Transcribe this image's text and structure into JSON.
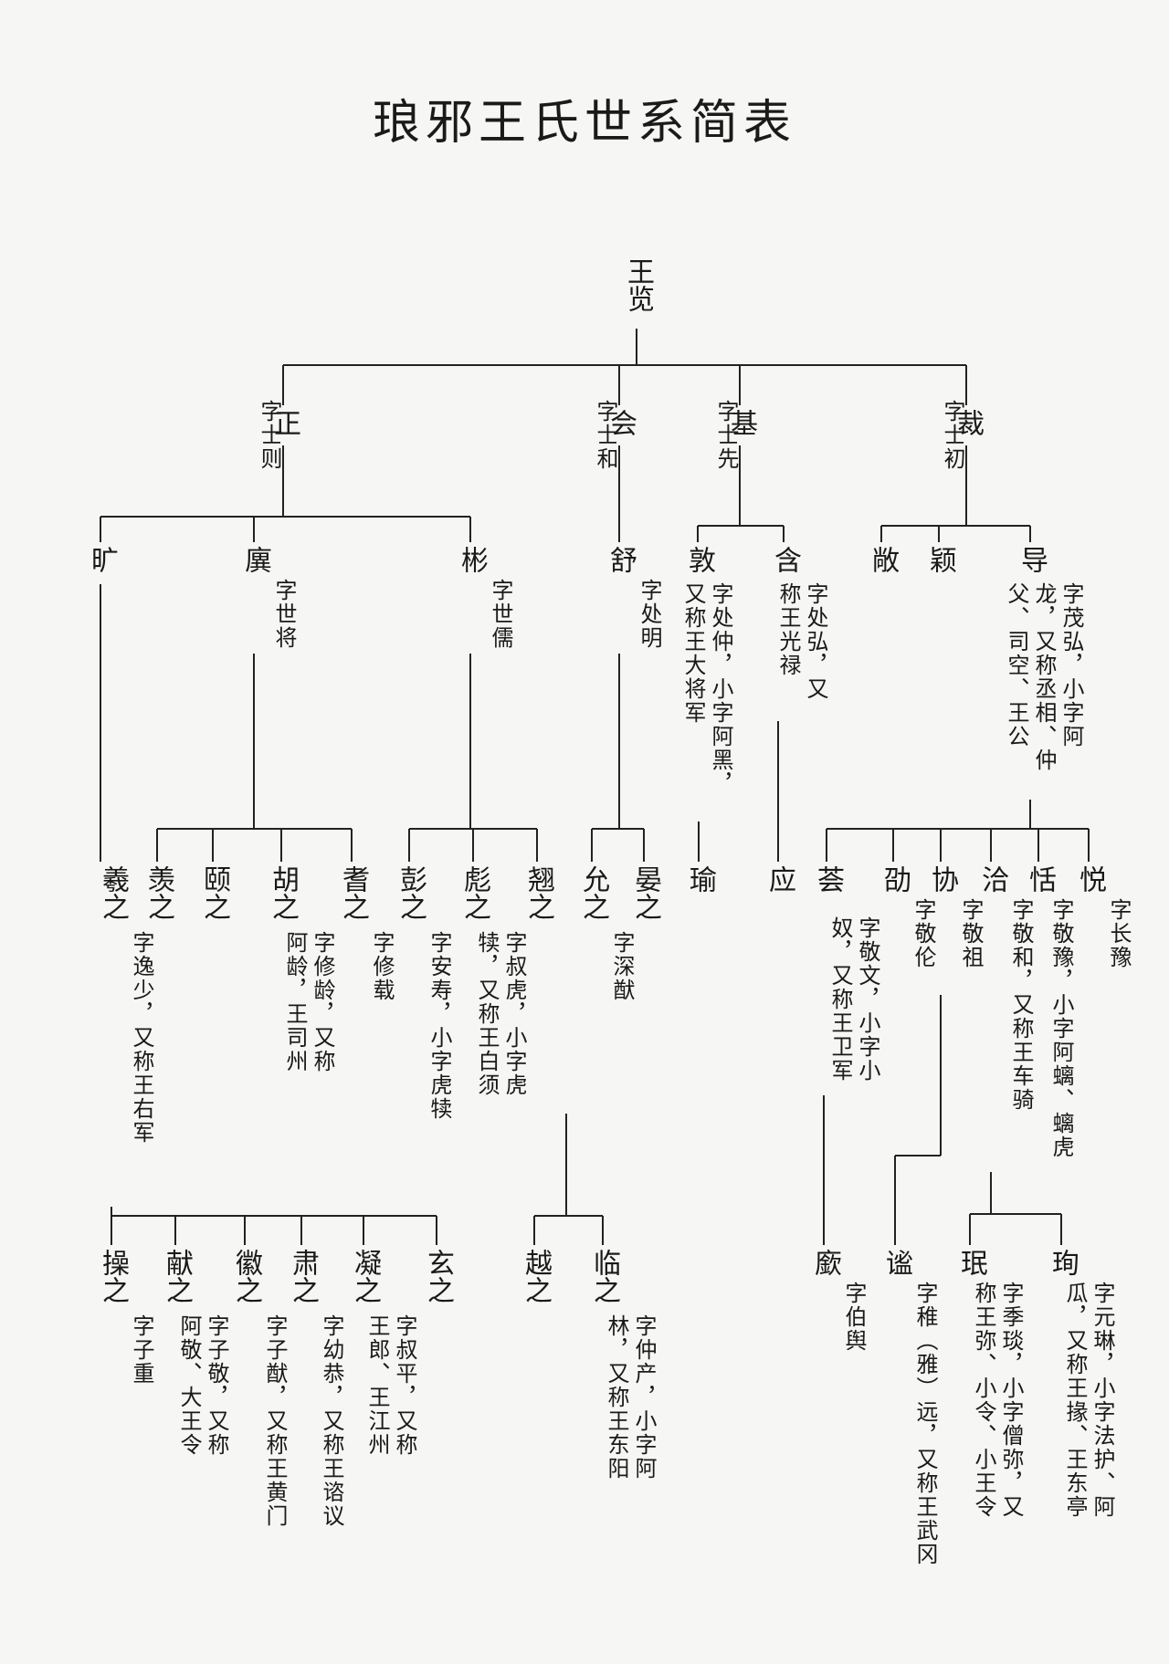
{
  "title": "琅邪王氏世系简表",
  "tree": {
    "root": {
      "name": "王览"
    },
    "gen1": [
      {
        "id": "zheng",
        "name": "正",
        "note": "字士则"
      },
      {
        "id": "hui",
        "name": "会",
        "note": "字士和"
      },
      {
        "id": "ji",
        "name": "基",
        "note": "字士先"
      },
      {
        "id": "cai",
        "name": "裁",
        "note": "字士初"
      }
    ],
    "gen2": [
      {
        "id": "kuang",
        "name": "旷",
        "note": ""
      },
      {
        "id": "yi",
        "name": "廙",
        "note": "字世将"
      },
      {
        "id": "bin",
        "name": "彬",
        "note": "字世儒"
      },
      {
        "id": "shu",
        "name": "舒",
        "note": "字处明"
      },
      {
        "id": "dun",
        "name": "敦",
        "note": "字处仲，小字阿黑，\n又称王大将军"
      },
      {
        "id": "han",
        "name": "含",
        "note": "字处弘，又\n称王光禄"
      },
      {
        "id": "chang",
        "name": "敞",
        "note": ""
      },
      {
        "id": "ying",
        "name": "颖",
        "note": ""
      },
      {
        "id": "dao",
        "name": "导",
        "note": "字茂弘，小字阿\n龙，又称丞相、仲\n父、司空、王公"
      }
    ],
    "gen3": [
      {
        "id": "xizhi",
        "name": "羲之",
        "note": "字逸少，又称王右军"
      },
      {
        "id": "xianzhi",
        "name": "羡之",
        "note": ""
      },
      {
        "id": "yizhi",
        "name": "颐之",
        "note": ""
      },
      {
        "id": "huzhi",
        "name": "胡之",
        "note": "字修龄，又称\n阿龄，王司州"
      },
      {
        "id": "qizhi",
        "name": "耆之",
        "note": "字修载"
      },
      {
        "id": "pengzhi",
        "name": "彭之",
        "note": "字安寿，小字虎犊"
      },
      {
        "id": "biaozhi",
        "name": "彪之",
        "note": "字叔虎，小字虎\n犊，又称王白须"
      },
      {
        "id": "hanzhi",
        "name": "翘之",
        "note": ""
      },
      {
        "id": "yunzhi",
        "name": "允之",
        "note": "字深猷"
      },
      {
        "id": "yanzhi",
        "name": "晏之",
        "note": ""
      },
      {
        "id": "yu",
        "name": "瑜",
        "note": ""
      },
      {
        "id": "ying2",
        "name": "应",
        "note": ""
      },
      {
        "id": "yue",
        "name": "荟",
        "note": "字敬文，小字小\n奴，又称王卫军"
      },
      {
        "id": "shao",
        "name": "劭",
        "note": "字敬伦"
      },
      {
        "id": "xie",
        "name": "协",
        "note": "字敬祖"
      },
      {
        "id": "qia",
        "name": "洽",
        "note": "字敬和，又称王车骑"
      },
      {
        "id": "tian",
        "name": "恬",
        "note": "字敬豫，小字阿螭、螭虎"
      },
      {
        "id": "yue2",
        "name": "悦",
        "note": "字长豫"
      }
    ],
    "gen4": [
      {
        "id": "caozhi",
        "name": "操之",
        "note": "字子重"
      },
      {
        "id": "xianzhi2",
        "name": "献之",
        "note": "字子敬，又称\n阿敬、大王令"
      },
      {
        "id": "huizhi",
        "name": "徽之",
        "note": "字子猷，又称王黄门"
      },
      {
        "id": "suzhi",
        "name": "肃之",
        "note": "字幼恭，又称王谘议"
      },
      {
        "id": "ningzhi",
        "name": "凝之",
        "note": "字叔平，又称\n王郎、王江州"
      },
      {
        "id": "xuanzhi",
        "name": "玄之",
        "note": ""
      },
      {
        "id": "yuezhi",
        "name": "越之",
        "note": ""
      },
      {
        "id": "linzhi",
        "name": "临之",
        "note": "字仲产，小字阿\n林，又称王东阳"
      },
      {
        "id": "ying3",
        "name": "廞",
        "note": "字伯舆"
      },
      {
        "id": "mi",
        "name": "谧",
        "note": "字稚（雅）远，又称王武冈"
      },
      {
        "id": "min",
        "name": "珉",
        "note": "字季琰，小字僧弥，又\n称王弥、小令、小王令"
      },
      {
        "id": "xun",
        "name": "珣",
        "note": "字元琳，小字法护、阿\n瓜，又称王掾、王东亭"
      }
    ]
  }
}
